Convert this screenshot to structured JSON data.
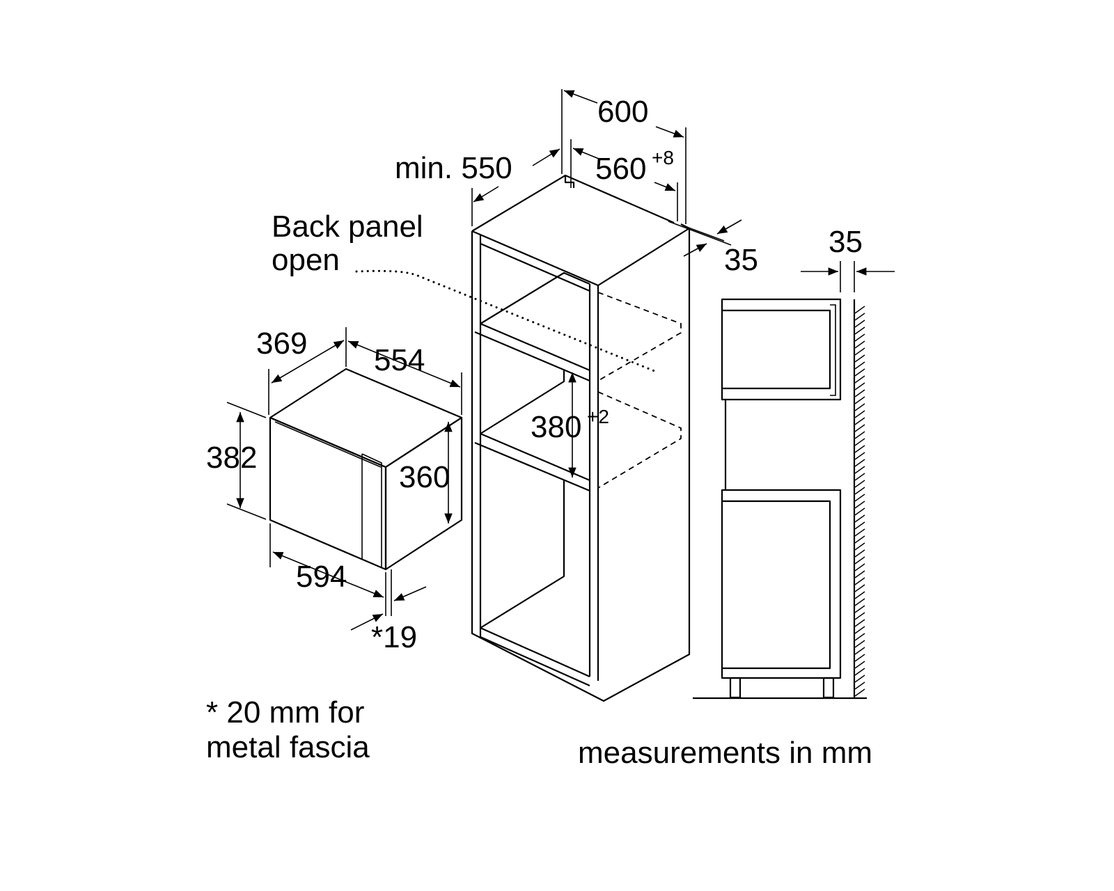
{
  "microwave": {
    "depth": "369",
    "width_top": "554",
    "height_outer": "382",
    "height_front": "360",
    "width_front": "594",
    "fascia": "*19"
  },
  "cabinet": {
    "width_outer": "600",
    "min_depth_label": "min. 550",
    "niche_width": "560",
    "niche_width_tol": "+8",
    "side_thickness": "35",
    "niche_height": "380",
    "niche_height_tol": "+2",
    "back_panel_line1": "Back panel",
    "back_panel_line2": "open"
  },
  "side_view": {
    "gap": "35"
  },
  "notes": {
    "fascia_line1": "* 20 mm for",
    "fascia_line2": "metal fascia",
    "units": "measurements in mm"
  }
}
